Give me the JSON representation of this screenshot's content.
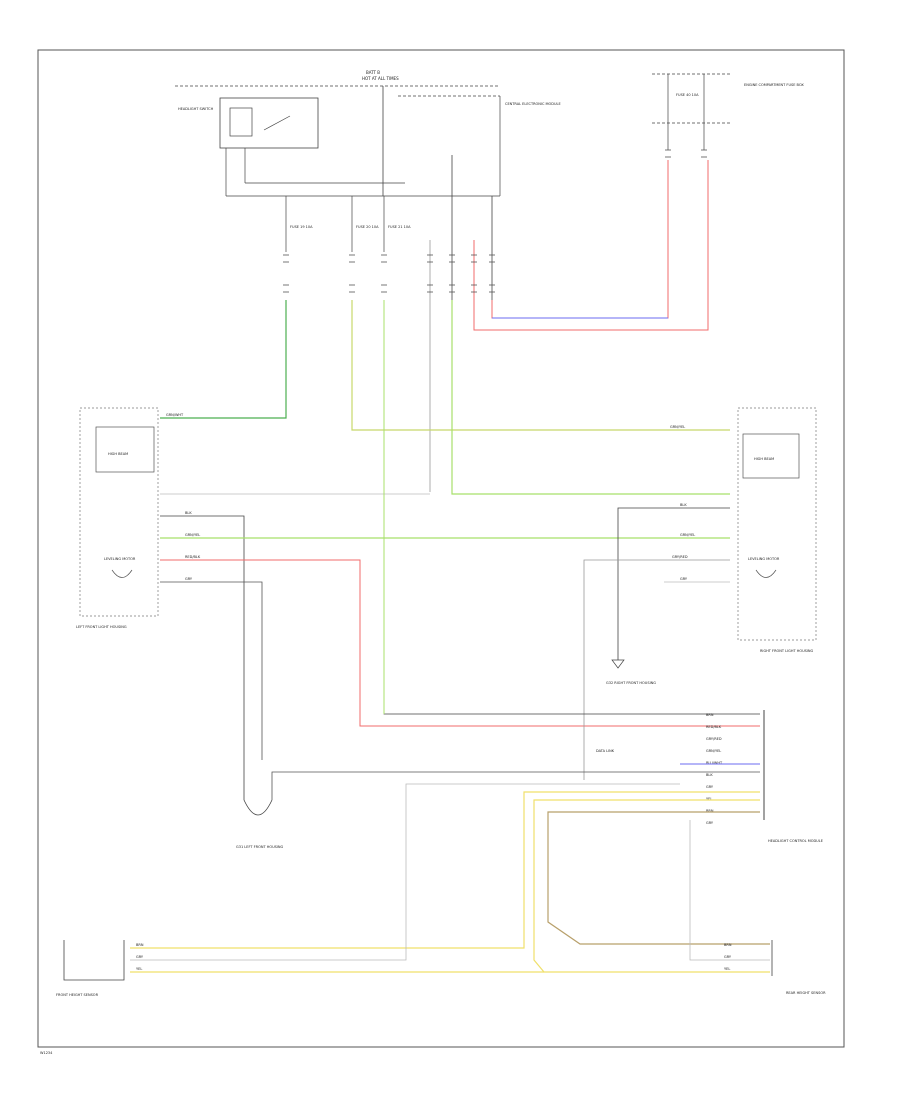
{
  "diagram": {
    "top_bus_label": "HOT AT ALL TIMES",
    "fuse_box_label": "BATT B",
    "fuses": [
      "FUSE 19 10A",
      "FUSE 20 10A",
      "FUSE 21 10A"
    ],
    "headlight_switch_label": "HEADLIGHT SWITCH",
    "control_module_label": "CENTRAL ELECTRONIC MODULE",
    "right_fuse_label": "FUSE 40 10A",
    "right_fuse_box_label": "ENGINE COMPARTMENT FUSE BOX",
    "left_lamp_label": "LEFT FRONT LIGHT HOUSING",
    "right_lamp_label": "RIGHT FRONT LIGHT HOUSING",
    "left_lamp_leveling_motor": "LEVELING MOTOR",
    "right_lamp_leveling_motor": "LEVELING MOTOR",
    "left_lamp_bulb": "HIGH BEAM",
    "right_lamp_bulb": "HIGH BEAM",
    "left_ground_label": "G31 LEFT FRONT HOUSING",
    "right_ground_label": "G32 RIGHT FRONT HOUSING",
    "headlight_control_module": "HEADLIGHT CONTROL MODULE",
    "front_sensor_label": "FRONT HEIGHT SENSOR",
    "rear_sensor_label": "REAR HEIGHT SENSOR",
    "data_link_label": "DATA LINK",
    "left_wire_labels": [
      "GRN/WHT",
      "BLK",
      "GRN/YEL",
      "RED/BLK",
      "GRY"
    ],
    "right_wire_labels": [
      "GRN/YEL",
      "BLK",
      "GRN/YEL",
      "GRY/RED",
      "GRY"
    ],
    "module_pins": [
      "BRN",
      "RED/BLK",
      "GRY/RED",
      "GRN/YEL",
      "BLU/WHT",
      "BLK",
      "GRY",
      "YEL",
      "BRN",
      "GRY"
    ],
    "sensor_wires": [
      "BRN",
      "GRY",
      "YEL"
    ],
    "footer_code": "W1234"
  }
}
